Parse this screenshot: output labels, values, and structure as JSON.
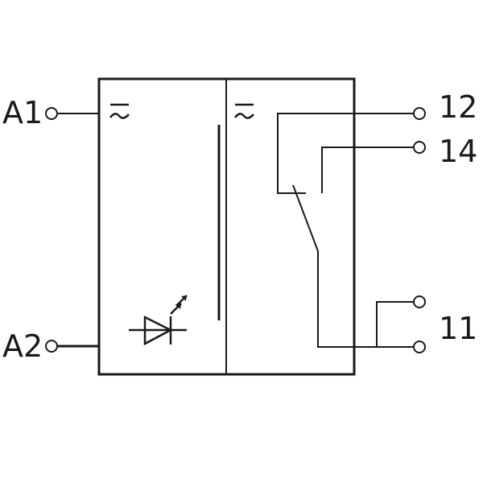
{
  "terminals": {
    "a1": "A1",
    "a2": "A2",
    "t12": "12",
    "t14": "14",
    "t11": "11"
  },
  "symbols": {
    "input_supply": "ac-dc-symbol",
    "output_supply": "ac-dc-symbol",
    "indicator": "led-diode-symbol",
    "contact": "changeover-switch-symbol"
  },
  "colors": {
    "line": "#1a1a1a",
    "background": "#ffffff"
  }
}
